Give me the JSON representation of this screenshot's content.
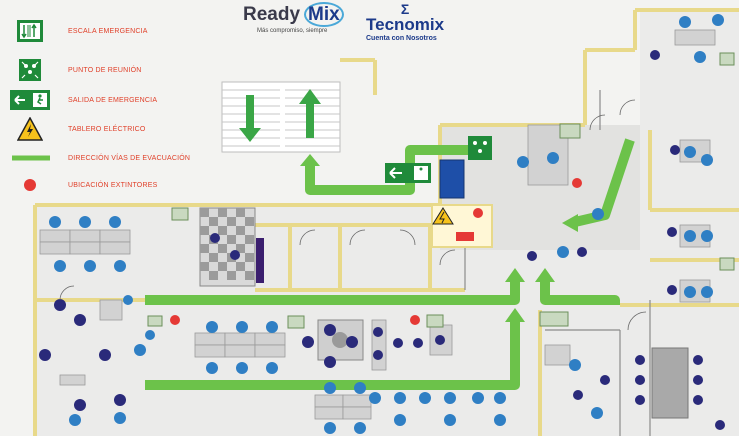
{
  "legend": {
    "items": [
      {
        "icon": "stairs-icon",
        "label": "ESCALA EMERGENCIA"
      },
      {
        "icon": "meeting-point-icon",
        "label": "PUNTO DE REUNIÓN"
      },
      {
        "icon": "emergency-exit-icon",
        "label": "SALIDA DE EMERGENCIA"
      },
      {
        "icon": "electric-hazard-icon",
        "label": "TABLERO ELÉCTRICO"
      },
      {
        "icon": "green-arrow-icon",
        "label": "DIRECCIÓN VÍAS DE EVACUACIÓN"
      },
      {
        "icon": "red-dot-icon",
        "label": "UBICACIÓN EXTINTORES"
      }
    ]
  },
  "brand": {
    "readymix_prefix": "Ready",
    "readymix_suffix": "Mix",
    "readymix_tagline": "Más compromiso, siempre",
    "tecnomix_name": "Tecnomix",
    "tecnomix_tagline": "Cuenta con Nosotros"
  },
  "colors": {
    "evacuation_green": "#6cc24a",
    "extinguisher_red": "#e53935",
    "exit_sign_green": "#1f8a3a",
    "hazard_yellow": "#f6c21c",
    "wall_yellow": "#e8d98a",
    "chair_blue": "#2f7fc4",
    "chair_purple": "#2a2a7a"
  }
}
